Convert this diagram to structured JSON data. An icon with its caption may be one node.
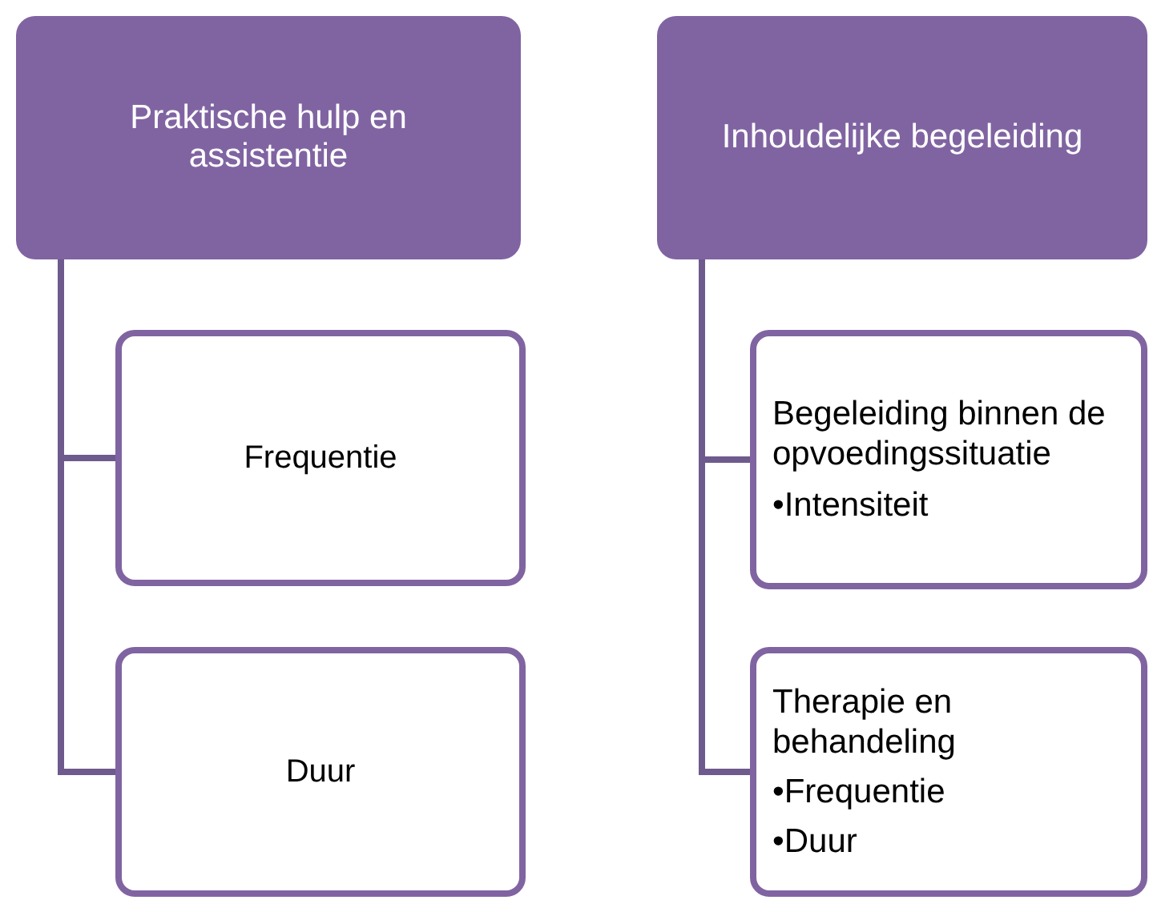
{
  "diagram": {
    "nodes": [
      {
        "text": [
          "Praktische hulp en assistentie"
        ]
      },
      {
        "text": [
          "Frequentie"
        ]
      },
      {
        "text": [
          "Duur"
        ]
      },
      {
        "text": [
          "Inhoudelijke begeleiding"
        ]
      },
      {
        "text": [
          "Begeleiding binnen de opvoedingssituatie",
          "•Intensiteit"
        ]
      },
      {
        "text": [
          "Therapie en behandeling",
          "•Frequentie",
          "•Duur"
        ]
      }
    ],
    "edges": [
      {
        "from": 0,
        "to": 1,
        "arrow": "none"
      },
      {
        "from": 0,
        "to": 2,
        "arrow": "none"
      },
      {
        "from": 3,
        "to": 4,
        "arrow": "none"
      },
      {
        "from": 3,
        "to": 5,
        "arrow": "none"
      }
    ]
  }
}
